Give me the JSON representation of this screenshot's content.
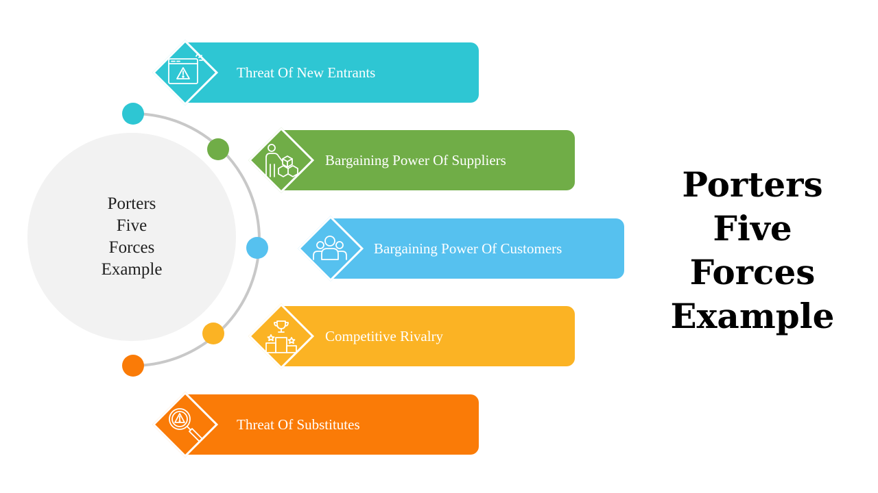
{
  "title": "Porters Five Forces Example",
  "center_title": "Porters\nFive\nForces\nExample",
  "forces": [
    {
      "label": "Threat Of New Entrants",
      "color": "#2ec6d3",
      "icon": "warning-window-icon"
    },
    {
      "label": "Bargaining Power Of Suppliers",
      "color": "#70ad47",
      "icon": "supplier-boxes-icon"
    },
    {
      "label": "Bargaining Power Of Customers",
      "color": "#56c1ef",
      "icon": "customers-group-icon"
    },
    {
      "label": "Competitive Rivalry",
      "color": "#fbb324",
      "icon": "podium-trophy-icon"
    },
    {
      "label": "Threat Of Substitutes",
      "color": "#fa7b07",
      "icon": "magnify-warning-icon"
    }
  ],
  "colors": {
    "circle": "#f2f2f2",
    "arc": "#c8c8c8",
    "text_dark": "#1f1f1f"
  }
}
